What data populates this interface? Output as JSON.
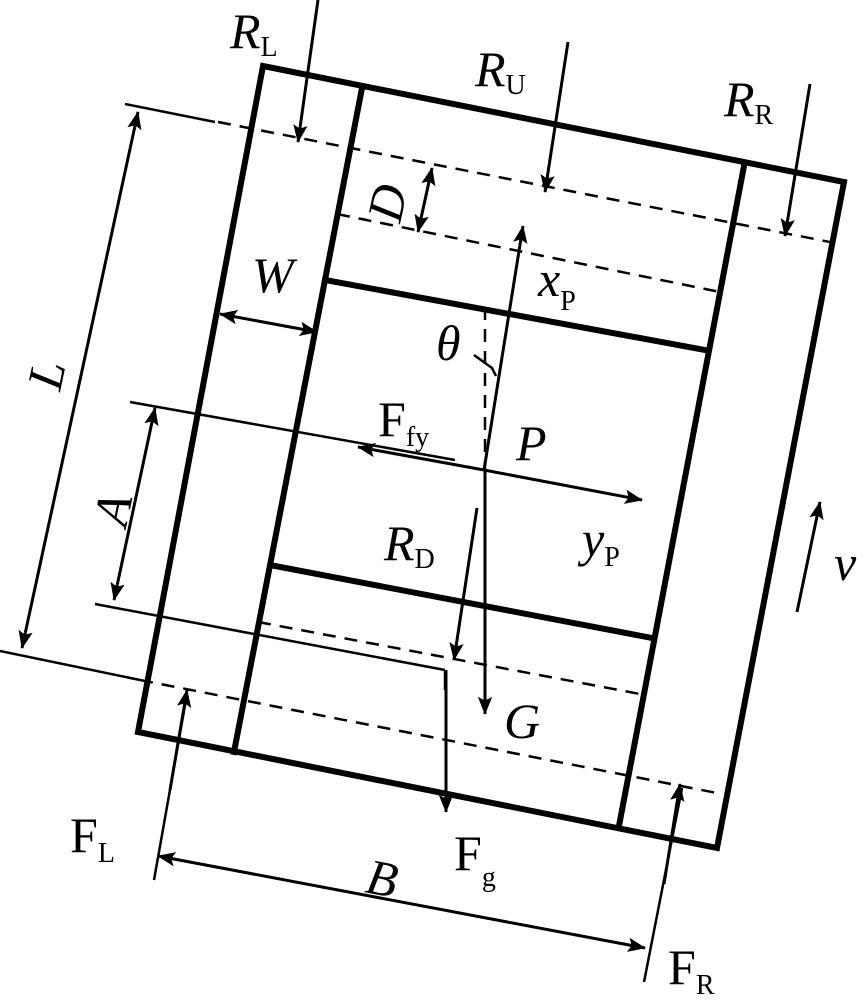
{
  "labels": {
    "RL": {
      "main": "R",
      "sub": "L"
    },
    "RU": {
      "main": "R",
      "sub": "U"
    },
    "RR": {
      "main": "R",
      "sub": "R"
    },
    "D": "D",
    "W": "W",
    "xP": {
      "main": "x",
      "sub": "P"
    },
    "theta": "θ",
    "L": "L",
    "A": "A",
    "Ffy": {
      "main": "F",
      "sub": "fy"
    },
    "P": "P",
    "yP": {
      "main": "y",
      "sub": "P"
    },
    "RD": {
      "main": "R",
      "sub": "D"
    },
    "v": "v",
    "G": "G",
    "FL": {
      "main": "F",
      "sub": "L"
    },
    "Fg": {
      "main": "F",
      "sub": "g"
    },
    "B": "B",
    "FR": {
      "main": "F",
      "sub": "R"
    }
  }
}
